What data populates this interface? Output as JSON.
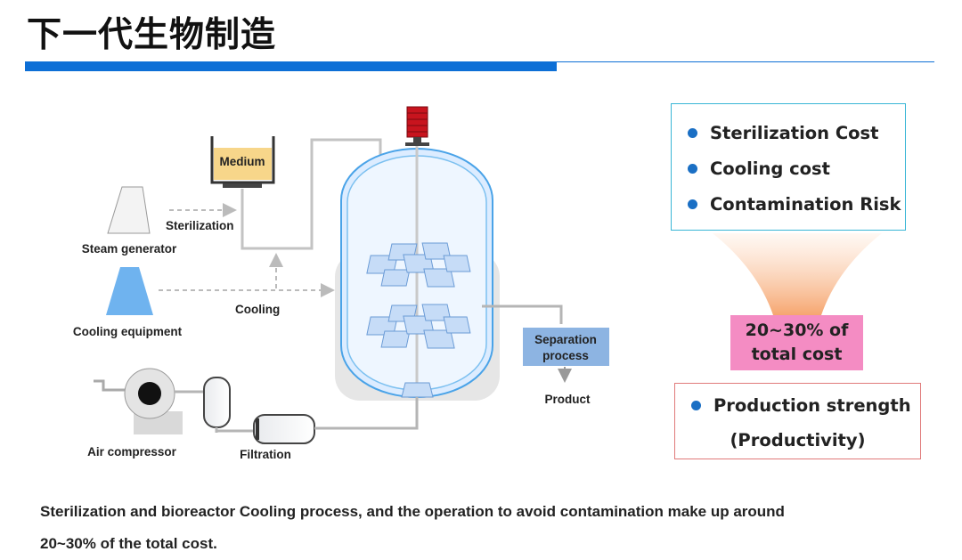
{
  "title": "下一代生物制造",
  "diagram": {
    "medium": "Medium",
    "sterilization": "Sterilization",
    "steam_generator": "Steam generator",
    "cooling": "Cooling",
    "cooling_equipment": "Cooling equipment",
    "air_compressor": "Air compressor",
    "filtration": "Filtration",
    "separation_line1": "Separation",
    "separation_line2": "process",
    "product": "Product"
  },
  "costs": {
    "items": [
      "Sterilization Cost",
      "Cooling cost",
      "Contamination Risk"
    ]
  },
  "total": {
    "line1": "20~30% of",
    "line2": "total cost"
  },
  "production": {
    "line1": "Production strength",
    "line2": "(Productivity)"
  },
  "caption": {
    "line1": "Sterilization and bioreactor Cooling process, and the operation to avoid contamination make up around",
    "line2": "20~30% of the total cost."
  },
  "colors": {
    "accent_blue": "#0d6fd6",
    "bullet_blue": "#1a6fc4",
    "cost_border": "#39b6d6",
    "pink": "#f48cc3",
    "prod_border": "#e07a7a",
    "funnel_orange": "#f6a670",
    "medium_yellow": "#f7d68a",
    "separation_blue": "#8db4e2",
    "motor_red": "#c8141e"
  }
}
